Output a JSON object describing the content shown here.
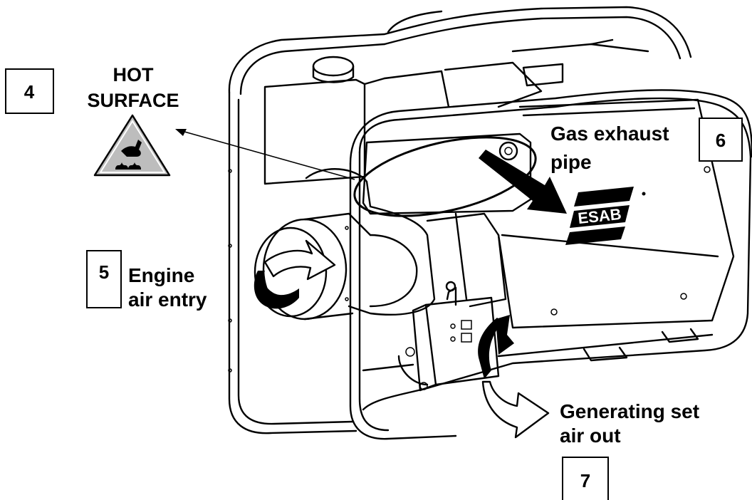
{
  "callouts": {
    "n4": "4",
    "n5": "5",
    "n6": "6",
    "n7": "7"
  },
  "hot_surface": {
    "line1": "HOT",
    "line2": "SURFACE"
  },
  "labels": {
    "engine_line1": "Engine",
    "engine_line2": "air entry",
    "exhaust_line1": "Gas exhaust",
    "exhaust_line2": "pipe",
    "genset_line1": "Generating set",
    "genset_line2": "air out"
  },
  "logo_text": "ESAB",
  "icons": [
    "hot-surface-warning-icon",
    "esab-logo"
  ],
  "colors": {
    "warning_triangle": "#bdbdbd",
    "ink": "#000000"
  }
}
